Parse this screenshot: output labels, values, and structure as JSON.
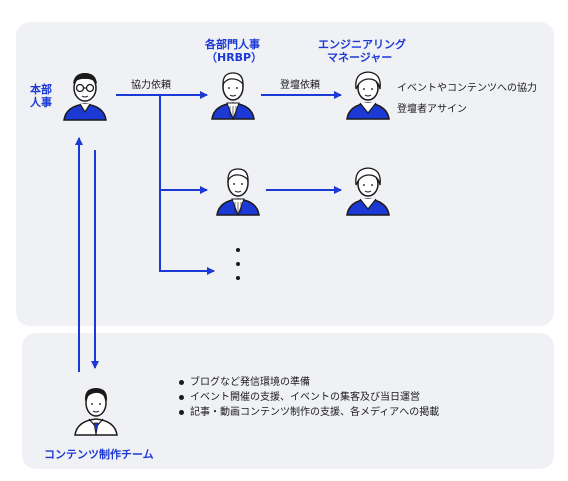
{
  "labels": {
    "honbu": "本部\n人事",
    "kyoryoku": "協力依頼",
    "hrbp_title": "各部門人事",
    "hrbp_sub": "（HRBP）",
    "em_title": "エンジニアリング",
    "em_sub": "マネージャー",
    "toudan": "登壇依頼",
    "em_task1": "イベントやコンテンツへの協力",
    "em_task2": "登壇者アサイン",
    "content_team": "コンテンツ制作チーム"
  },
  "bullets": [
    "ブログなど発信環境の準備",
    "イベント開催の支援、イベントの集客及び当日運営",
    "記事・動画コンテンツ制作の支援、各メディアへの掲載"
  ],
  "colors": {
    "accent": "#1c39d6",
    "panel": "#f0f1f5",
    "ink": "#1a1a1a"
  },
  "icons": [
    "person-glasses-icon",
    "person-suit-icon",
    "person-engineer-icon",
    "person-creator-icon"
  ]
}
